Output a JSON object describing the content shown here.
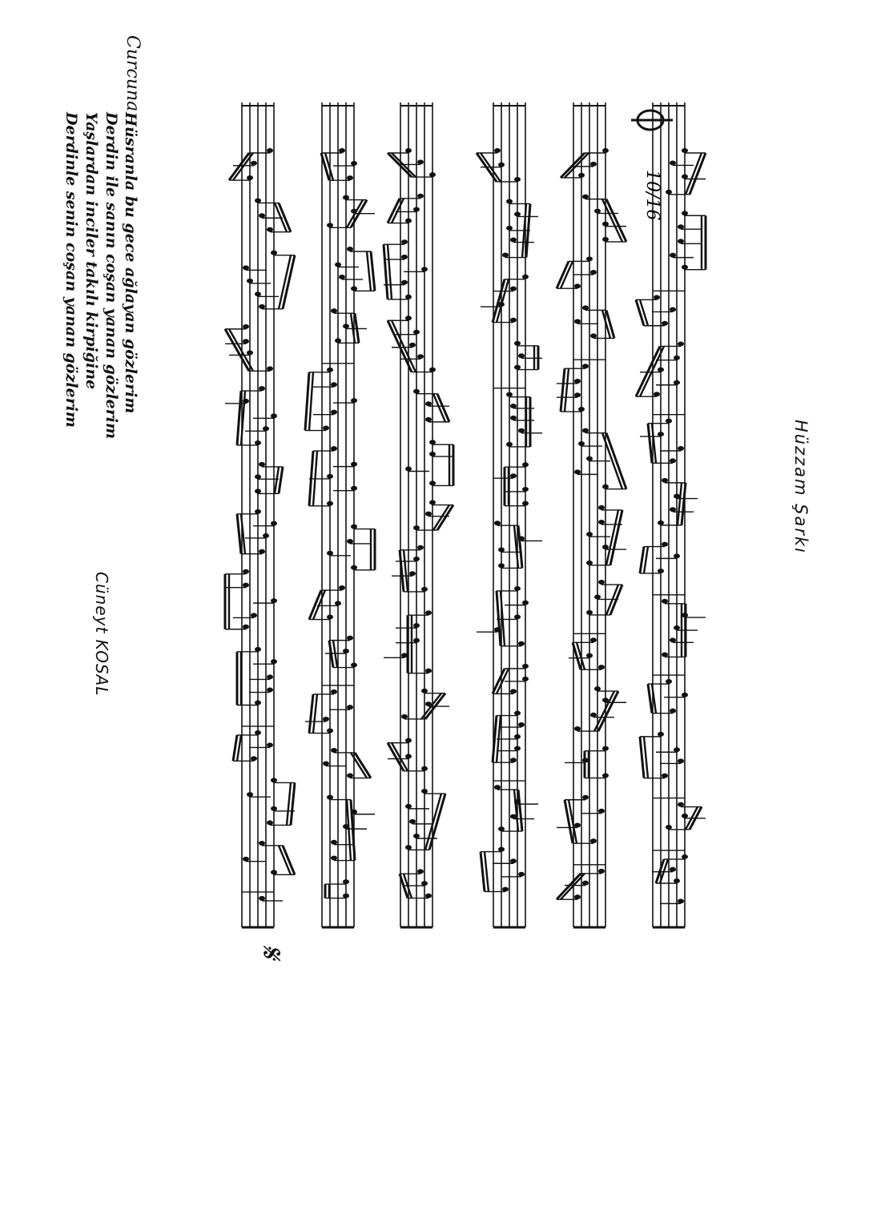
{
  "page": {
    "title": "Hüzzam Şarkı",
    "usul": "Curcuna",
    "time_signature": "10/16",
    "composer": "Cüneyt KOSAL"
  },
  "lyrics": [
    "Hüsranla bu gece ağlayan gözlerim",
    "Derdin ile sanın coşan yanan gözlerim",
    "Yaşlardan inciler takılı kirpiğine",
    "Derdinle senin coşan yanan gözlerim"
  ],
  "staff_count": 6,
  "segno": "𝄋"
}
